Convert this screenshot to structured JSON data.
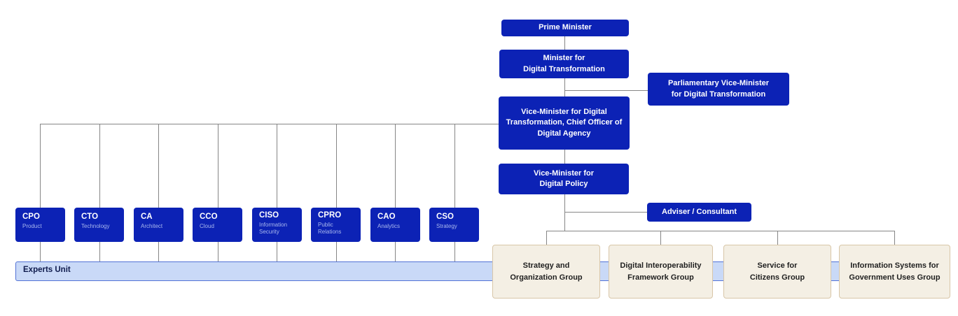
{
  "colors": {
    "node_blue": "#0c22b5",
    "node_text": "#ffffff",
    "role_sublabel_text": "#a9b8ee",
    "connector_line": "#868686",
    "experts_bar_fill": "#c9d9f7",
    "experts_bar_border": "#5272d6",
    "experts_text": "#0f1b4d",
    "group_fill": "#f4efe4",
    "group_border": "#d8c6a8",
    "group_text": "#1f1f1f"
  },
  "nodes": {
    "prime_minister": "Prime Minister",
    "minister": "Minister for\nDigital Transformation",
    "parliamentary_vice_minister": "Parliamentary Vice-Minister\nfor Digital Transformation",
    "vice_minister_transformation": "Vice-Minister for Digital\nTransformation, Chief Officer of\nDigital Agency",
    "vice_minister_policy": "Vice-Minister for\nDigital Policy",
    "adviser": "Adviser / Consultant"
  },
  "experts": {
    "unit_label": "Experts Unit",
    "roles": [
      {
        "acronym": "CPO",
        "label": "Product"
      },
      {
        "acronym": "CTO",
        "label": "Technology"
      },
      {
        "acronym": "CA",
        "label": "Architect"
      },
      {
        "acronym": "CCO",
        "label": "Cloud"
      },
      {
        "acronym": "CISO",
        "label": "Information\nSecurity"
      },
      {
        "acronym": "CPRO",
        "label": "Public\nRelations"
      },
      {
        "acronym": "CAO",
        "label": "Analytics"
      },
      {
        "acronym": "CSO",
        "label": "Strategy"
      }
    ]
  },
  "groups": [
    {
      "label": "Strategy and\nOrganization Group"
    },
    {
      "label": "Digital Interoperability\nFramework Group"
    },
    {
      "label": "Service for\nCitizens Group"
    },
    {
      "label": "Information Systems for\nGovernment Uses Group"
    }
  ]
}
